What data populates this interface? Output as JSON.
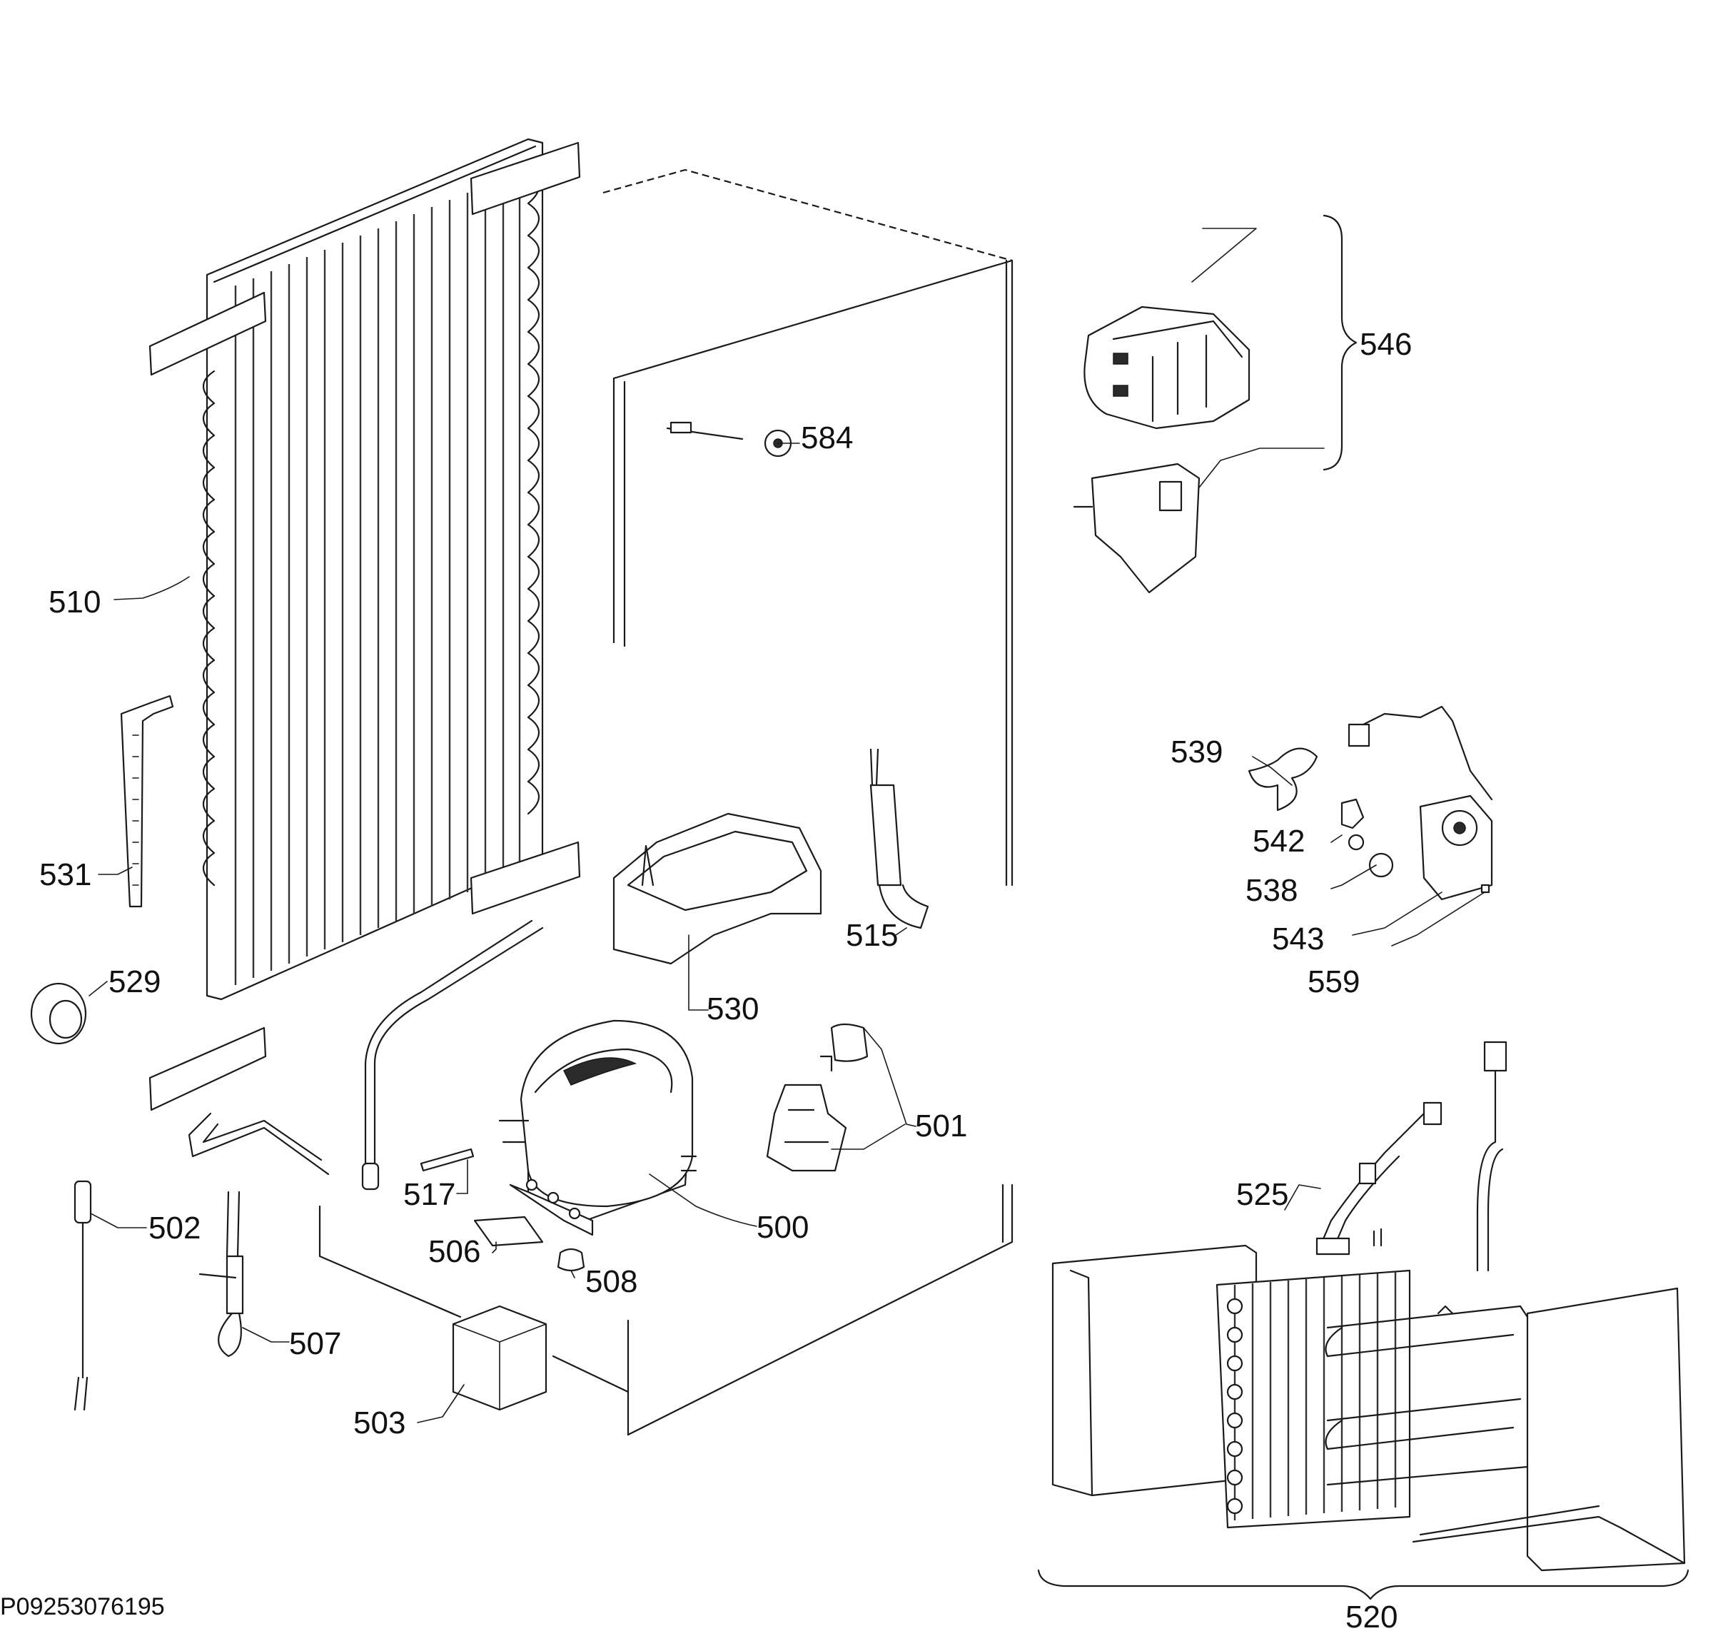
{
  "labels": {
    "l500": "500",
    "l501": "501",
    "l502": "502",
    "l503": "503",
    "l506": "506",
    "l507": "507",
    "l508": "508",
    "l510": "510",
    "l515": "515",
    "l517": "517",
    "l520": "520",
    "l525": "525",
    "l529": "529",
    "l530": "530",
    "l531": "531",
    "l538": "538",
    "l539": "539",
    "l542": "542",
    "l543": "543",
    "l546": "546",
    "l559": "559",
    "l584": "584"
  },
  "doc_code": "P09253076195"
}
